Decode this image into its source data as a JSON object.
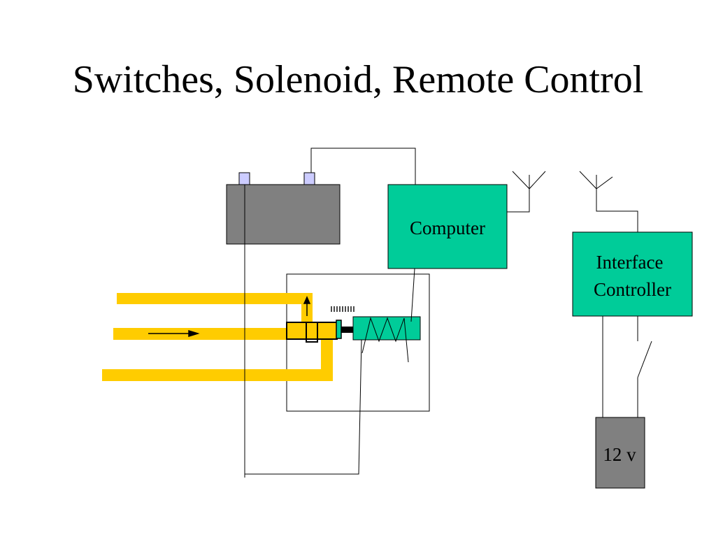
{
  "slide": {
    "title": "Switches, Solenoid, Remote Control"
  },
  "labels": {
    "computer": "Computer",
    "interface_line1": "Interface",
    "interface_line2": "Controller",
    "voltage": "12 v"
  },
  "colors": {
    "component_green": "#00CC99",
    "battery_gray": "#808080",
    "terminal_lavender": "#CCCCFF",
    "pipe_yellow": "#FFCC00",
    "wire": "#000000"
  }
}
